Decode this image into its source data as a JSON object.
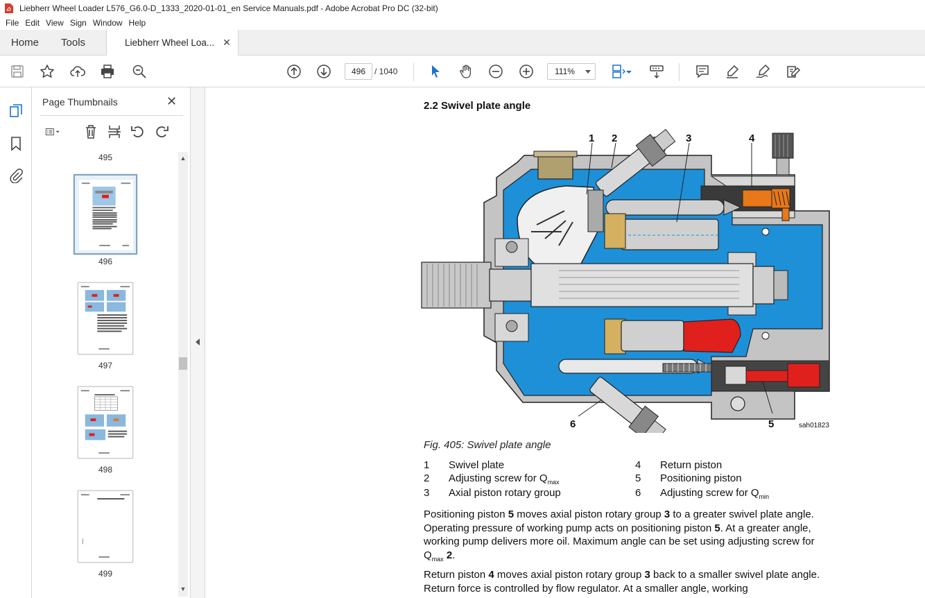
{
  "window": {
    "title": "Liebherr Wheel Loader L576_G6.0-D_1333_2020-01-01_en Service Manuals.pdf - Adobe Acrobat Pro DC (32-bit)"
  },
  "menu": [
    "File",
    "Edit",
    "View",
    "Sign",
    "Window",
    "Help"
  ],
  "tabs": {
    "home": "Home",
    "tools": "Tools",
    "document": "Liebherr Wheel Loa...",
    "close": "✕"
  },
  "toolbar": {
    "current_page": "496",
    "total_pages": "/ 1040",
    "zoom": "111%"
  },
  "thumbnails": {
    "title": "Page Thumbnails",
    "close": "✕",
    "pages": [
      "495",
      "496",
      "497",
      "498",
      "499"
    ],
    "selected": "496"
  },
  "document": {
    "heading": "2.2 Swivel plate angle",
    "figure": {
      "callouts": [
        "1",
        "2",
        "3",
        "4",
        "5",
        "6"
      ],
      "code": "sah01823",
      "caption": "Fig. 405: Swivel plate angle"
    },
    "legend": [
      {
        "num": "1",
        "label": "Swivel plate"
      },
      {
        "num": "2",
        "label": "Adjusting screw for Q",
        "sub": "max"
      },
      {
        "num": "3",
        "label": "Axial piston rotary group"
      },
      {
        "num": "4",
        "label": "Return piston"
      },
      {
        "num": "5",
        "label": "Positioning piston"
      },
      {
        "num": "6",
        "label": "Adjusting screw for Q",
        "sub": "min"
      }
    ],
    "para1": {
      "a": "Positioning piston ",
      "b": "5",
      "c": " moves axial piston rotary group ",
      "d": "3",
      "e": " to a greater swivel plate angle. Operating pressure of working pump acts on positioning piston ",
      "f": "5",
      "g": ". At a greater angle, working pump delivers more oil. Maximum angle can be set using adjusting screw for Q",
      "h": "max",
      "i": " ",
      "j": "2",
      "k": "."
    },
    "para2": {
      "a": "Return piston ",
      "b": "4",
      "c": " moves axial piston rotary group ",
      "d": "3",
      "e": " back to a smaller swivel plate angle. Return force is controlled by flow regulator. At a smaller angle, working"
    }
  },
  "colors": {
    "accent_blue": "#1a73c8",
    "pump_blue": "#1e90d8",
    "pump_red": "#e0201c",
    "pump_orange": "#e87818",
    "adobe_red": "#d83b2b"
  }
}
